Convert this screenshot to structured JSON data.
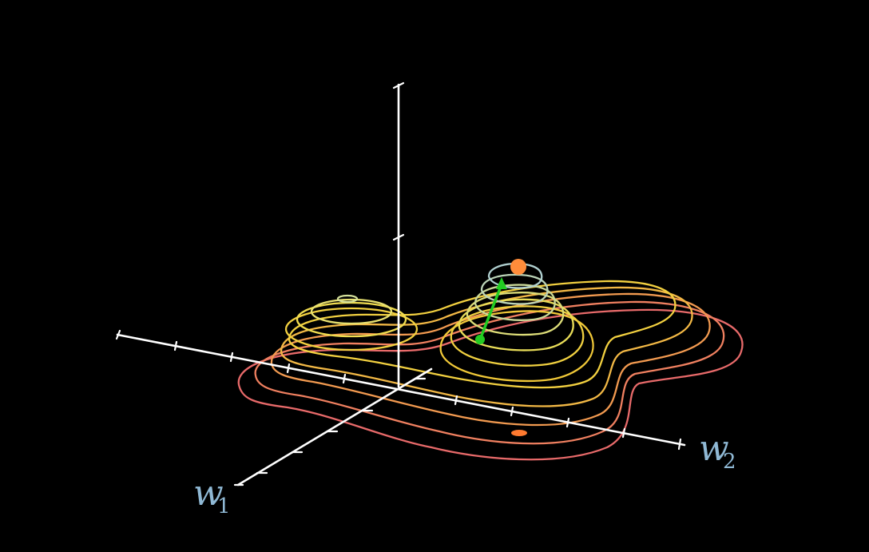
{
  "axes": {
    "w1": {
      "symbol": "w",
      "subscript": "1"
    },
    "w2": {
      "symbol": "w",
      "subscript": "2"
    }
  },
  "colors": {
    "background": "#000000",
    "axis": "#ffffff",
    "axis_label": "#8fb8d4",
    "contour_low": "#e86a6a",
    "contour_mid": "#f0c838",
    "contour_high": "#b8d8d8",
    "gradient_step": "#22cc22",
    "current_point": "#ff8c3a",
    "minimum_marker": "#ff7a30"
  },
  "surface": {
    "description_level_count": 7,
    "peaks": [
      "left-hill",
      "center-hill"
    ]
  },
  "gradient_step": {
    "color_name": "green",
    "has_arrowhead": true
  },
  "markers": [
    "current-point",
    "minimum-marker"
  ]
}
